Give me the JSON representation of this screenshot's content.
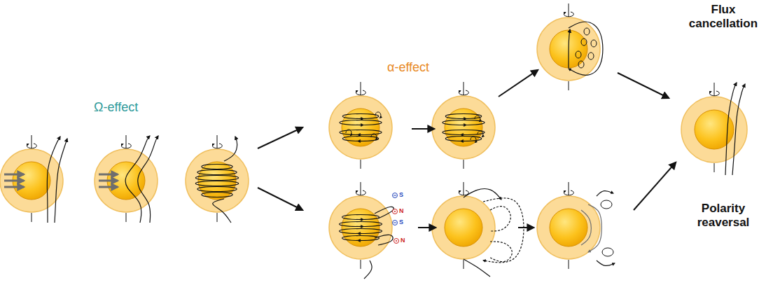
{
  "diagram": {
    "labels": [
      "Ω-effect",
      "α-effect",
      "S",
      "N",
      "S",
      "N",
      "Flux cancellation",
      "Polarity reaversal"
    ]
  }
}
